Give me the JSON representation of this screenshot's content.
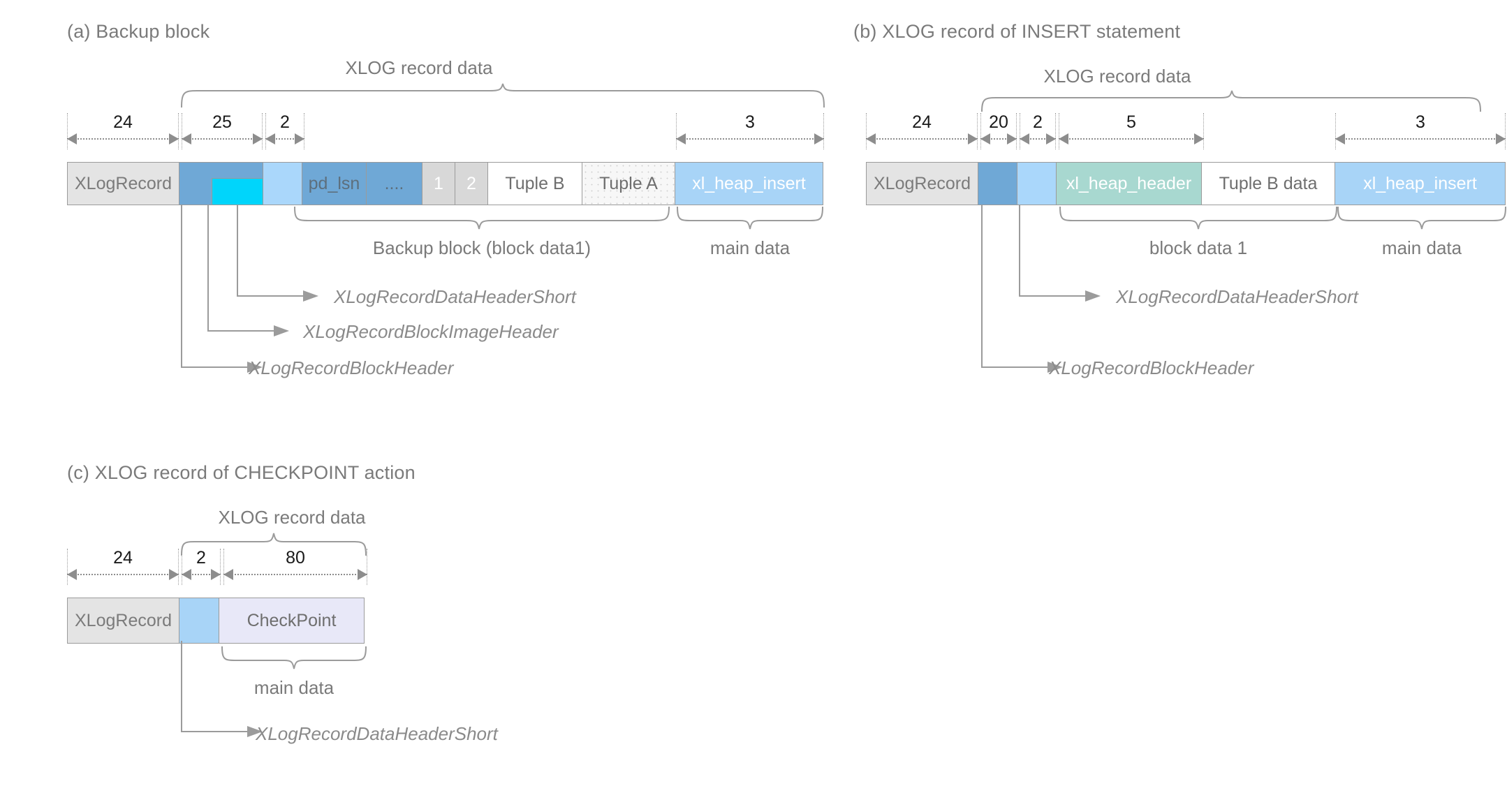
{
  "figure": {
    "title_a": "(a) Backup block",
    "title_b": "(b) XLOG record of INSERT statement",
    "title_c": "(c) XLOG record of CHECKPOINT action"
  },
  "colors": {
    "xlogrecord_gray": "#e4e4e4",
    "block_header_blue": "#6fa8d6",
    "data_header_blue": "#aad7fb",
    "main_data_blue": "#a8d4f7",
    "image_header_cyan": "#00d5fb",
    "heap_header_teal": "#a8d8d0",
    "checkpoint_lavender": "#e8e8f8",
    "tuple_gray": "#d8d8d8",
    "line_gray": "#9b9b9b",
    "text_gray": "#7a7a7a",
    "number_black": "#1a1a1a"
  },
  "panel_a": {
    "brace_top_label": "XLOG record data",
    "dims": [
      {
        "value": "24",
        "name": "xlogrecord"
      },
      {
        "value": "25",
        "name": "block-header"
      },
      {
        "value": "2",
        "name": "data-header"
      },
      {
        "value": "3",
        "name": "main-data"
      }
    ],
    "segments": [
      {
        "label": "XLogRecord",
        "name": "xlogrecord",
        "style": "s-xlogrecord"
      },
      {
        "label": "",
        "name": "block-header",
        "style": "s-blue-mid"
      },
      {
        "label": "",
        "name": "data-header",
        "style": "s-blue-light"
      },
      {
        "label": "pd_lsn",
        "name": "pd-lsn",
        "style": "s-blue-mid"
      },
      {
        "label": "....",
        "name": "ellipsis",
        "style": "s-blue-mid"
      },
      {
        "label": "1",
        "name": "tuple-slot-1",
        "style": "s-gray"
      },
      {
        "label": "2",
        "name": "tuple-slot-2",
        "style": "s-gray"
      },
      {
        "label": "Tuple B",
        "name": "tuple-b",
        "style": "s-white"
      },
      {
        "label": "Tuple A",
        "name": "tuple-a",
        "style": "s-dotted"
      },
      {
        "label": "xl_heap_insert",
        "name": "xl-heap-insert",
        "style": "s-blue-pale"
      }
    ],
    "brace_bottom": [
      {
        "label": "Backup block (block data1)",
        "name": "backup-block"
      },
      {
        "label": "main data",
        "name": "main-data"
      }
    ],
    "callouts": [
      {
        "label": "XLogRecordDataHeaderShort",
        "name": "data-header-short"
      },
      {
        "label": "XLogRecordBlockImageHeader",
        "name": "block-image-header"
      },
      {
        "label": "XLogRecordBlockHeader",
        "name": "block-header"
      }
    ]
  },
  "panel_b": {
    "brace_top_label": "XLOG record data",
    "dims": [
      {
        "value": "24",
        "name": "xlogrecord"
      },
      {
        "value": "20",
        "name": "block-header"
      },
      {
        "value": "2",
        "name": "data-header"
      },
      {
        "value": "5",
        "name": "heap-header"
      },
      {
        "value": "3",
        "name": "main-data"
      }
    ],
    "segments": [
      {
        "label": "XLogRecord",
        "name": "xlogrecord",
        "style": "s-xlogrecord"
      },
      {
        "label": "",
        "name": "block-header",
        "style": "s-blue-mid"
      },
      {
        "label": "",
        "name": "data-header",
        "style": "s-blue-light"
      },
      {
        "label": "xl_heap_header",
        "name": "xl-heap-header",
        "style": "s-teal"
      },
      {
        "label": "Tuple B data",
        "name": "tuple-b-data",
        "style": "s-white"
      },
      {
        "label": "xl_heap_insert",
        "name": "xl-heap-insert",
        "style": "s-blue-pale"
      }
    ],
    "brace_bottom": [
      {
        "label": "block data 1",
        "name": "block-data-1"
      },
      {
        "label": "main data",
        "name": "main-data"
      }
    ],
    "callouts": [
      {
        "label": "XLogRecordDataHeaderShort",
        "name": "data-header-short"
      },
      {
        "label": "XLogRecordBlockHeader",
        "name": "block-header"
      }
    ]
  },
  "panel_c": {
    "brace_top_label": "XLOG record data",
    "dims": [
      {
        "value": "24",
        "name": "xlogrecord"
      },
      {
        "value": "2",
        "name": "data-header"
      },
      {
        "value": "80",
        "name": "checkpoint"
      }
    ],
    "segments": [
      {
        "label": "XLogRecord",
        "name": "xlogrecord",
        "style": "s-xlogrecord"
      },
      {
        "label": "",
        "name": "data-header",
        "style": "s-blue-pale"
      },
      {
        "label": "CheckPoint",
        "name": "checkpoint",
        "style": "s-lav"
      }
    ],
    "brace_bottom": [
      {
        "label": "main data",
        "name": "main-data"
      }
    ],
    "callouts": [
      {
        "label": "XLogRecordDataHeaderShort",
        "name": "data-header-short"
      }
    ]
  }
}
